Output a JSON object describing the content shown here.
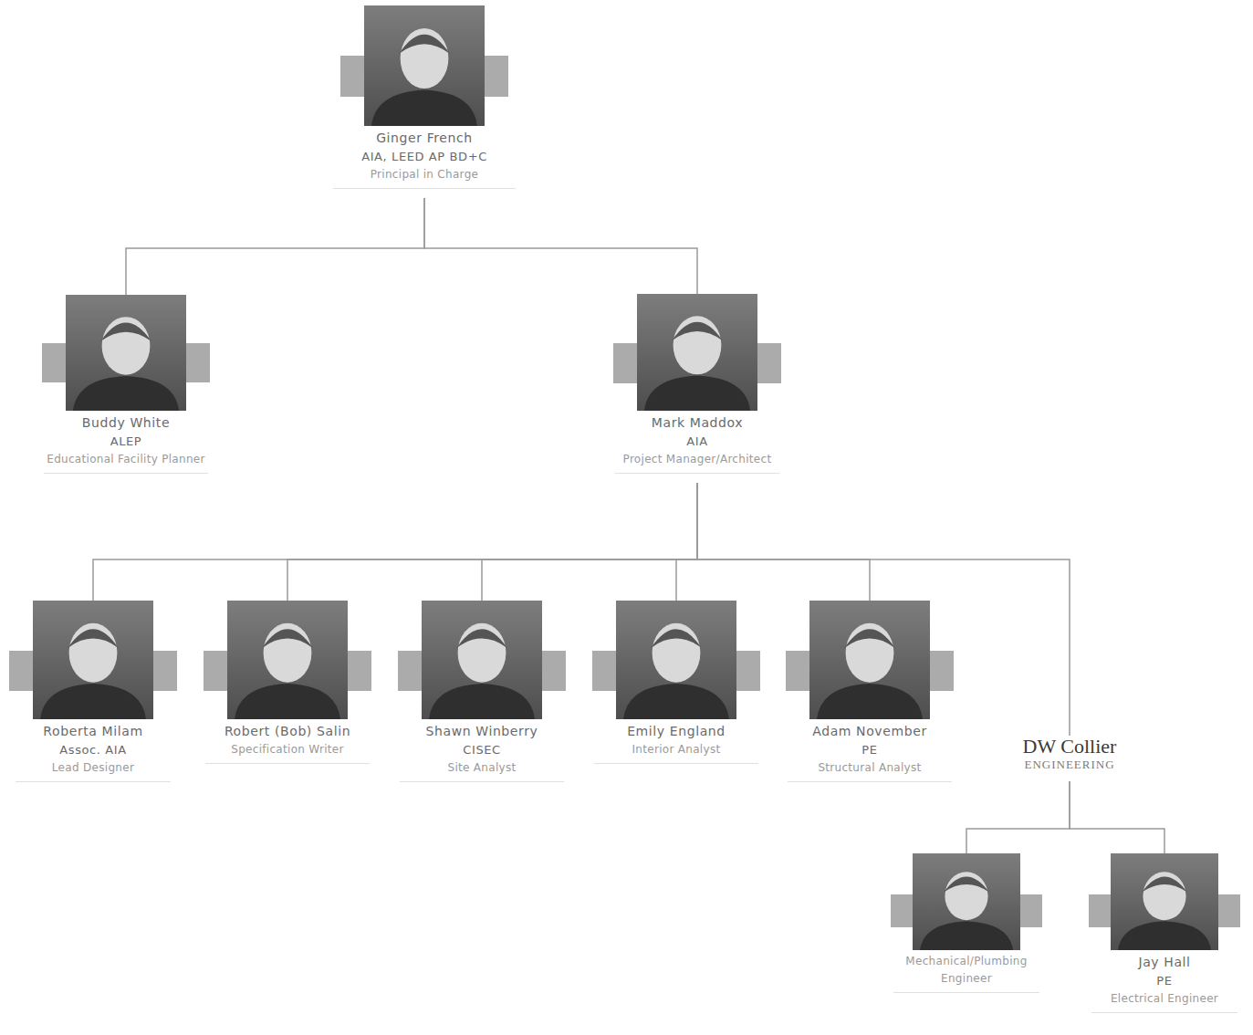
{
  "diagram": {
    "nodes": [
      {
        "text": [
          "Ginger French",
          "AIA, LEED AP BD+C",
          "Principal in Charge"
        ]
      },
      {
        "text": [
          "Buddy White",
          "ALEP",
          "Educational Facility Planner"
        ]
      },
      {
        "text": [
          "Mark Maddox",
          "AIA",
          "Project Manager/Architect"
        ]
      },
      {
        "text": [
          "Roberta Milam",
          "Assoc. AIA",
          "Lead Designer"
        ]
      },
      {
        "text": [
          "Robert (Bob) Salin",
          "Specification Writer"
        ]
      },
      {
        "text": [
          "Shawn Winberry",
          "CISEC",
          "Site Analyst"
        ]
      },
      {
        "text": [
          "Emily England",
          "Interior Analyst"
        ]
      },
      {
        "text": [
          "Adam November",
          "PE",
          "Structural Analyst"
        ]
      },
      {
        "text": [
          "DW Collier",
          "ENGINEERING"
        ]
      },
      {
        "text": [
          "Mechanical/Plumbing Engineer"
        ]
      },
      {
        "text": [
          "Jay Hall",
          "PE",
          "Electrical Engineer"
        ]
      }
    ],
    "edges": [
      {
        "from": 0,
        "to": 1,
        "arrow": "none"
      },
      {
        "from": 0,
        "to": 2,
        "arrow": "none"
      },
      {
        "from": 2,
        "to": 3,
        "arrow": "none"
      },
      {
        "from": 2,
        "to": 4,
        "arrow": "none"
      },
      {
        "from": 2,
        "to": 5,
        "arrow": "none"
      },
      {
        "from": 2,
        "to": 6,
        "arrow": "none"
      },
      {
        "from": 2,
        "to": 7,
        "arrow": "none"
      },
      {
        "from": 2,
        "to": 8,
        "arrow": "none"
      },
      {
        "from": 8,
        "to": 9,
        "arrow": "none"
      },
      {
        "from": 8,
        "to": 10,
        "arrow": "none"
      }
    ]
  }
}
